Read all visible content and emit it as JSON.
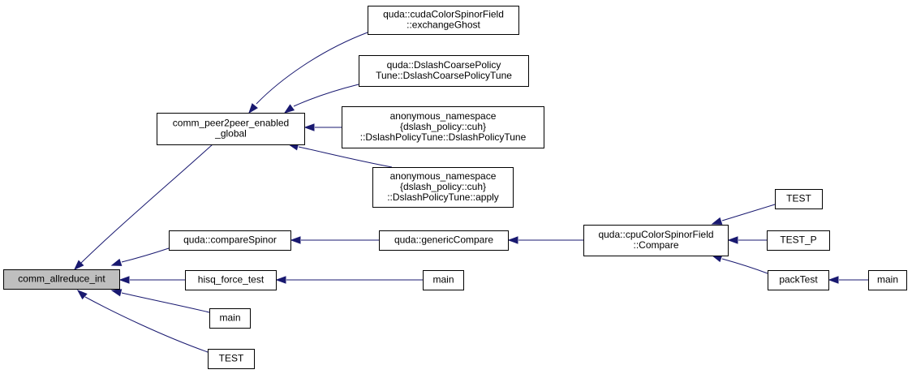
{
  "diagram": {
    "colors": {
      "edge": "#191970",
      "root_fill": "#bfbfbf",
      "node_fill": "#ffffff",
      "node_border": "#000000"
    },
    "nodes": [
      {
        "id": "root",
        "lines": [
          "comm_allreduce_int"
        ]
      },
      {
        "id": "peer",
        "lines": [
          "comm_peer2peer_enabled",
          "_global"
        ]
      },
      {
        "id": "exch",
        "lines": [
          "quda::cudaColorSpinorField",
          "::exchangeGhost"
        ]
      },
      {
        "id": "dcpt",
        "lines": [
          "quda::DslashCoarsePolicy",
          "Tune::DslashCoarsePolicyTune"
        ]
      },
      {
        "id": "anon1",
        "lines": [
          "anonymous_namespace",
          "{dslash_policy::cuh}",
          "::DslashPolicyTune::DslashPolicyTune"
        ]
      },
      {
        "id": "anon2",
        "lines": [
          "anonymous_namespace",
          "{dslash_policy::cuh}",
          "::DslashPolicyTune::apply"
        ]
      },
      {
        "id": "cmpsp",
        "lines": [
          "quda::compareSpinor"
        ]
      },
      {
        "id": "gencmp",
        "lines": [
          "quda::genericCompare"
        ]
      },
      {
        "id": "cpucmp",
        "lines": [
          "quda::cpuColorSpinorField",
          "::Compare"
        ]
      },
      {
        "id": "test1",
        "lines": [
          "TEST"
        ]
      },
      {
        "id": "testp",
        "lines": [
          "TEST_P"
        ]
      },
      {
        "id": "pack",
        "lines": [
          "packTest"
        ]
      },
      {
        "id": "main1",
        "lines": [
          "main"
        ]
      },
      {
        "id": "hisq",
        "lines": [
          "hisq_force_test"
        ]
      },
      {
        "id": "main2",
        "lines": [
          "main"
        ]
      },
      {
        "id": "main3",
        "lines": [
          "main"
        ]
      },
      {
        "id": "test2",
        "lines": [
          "TEST"
        ]
      }
    ],
    "edges": [
      {
        "from": "peer",
        "to": "root"
      },
      {
        "from": "exch",
        "to": "peer"
      },
      {
        "from": "dcpt",
        "to": "peer"
      },
      {
        "from": "anon1",
        "to": "peer"
      },
      {
        "from": "anon2",
        "to": "peer"
      },
      {
        "from": "cmpsp",
        "to": "root"
      },
      {
        "from": "gencmp",
        "to": "cmpsp"
      },
      {
        "from": "cpucmp",
        "to": "gencmp"
      },
      {
        "from": "test1",
        "to": "cpucmp"
      },
      {
        "from": "testp",
        "to": "cpucmp"
      },
      {
        "from": "pack",
        "to": "cpucmp"
      },
      {
        "from": "main1",
        "to": "pack"
      },
      {
        "from": "hisq",
        "to": "root"
      },
      {
        "from": "main2",
        "to": "hisq"
      },
      {
        "from": "main3",
        "to": "root"
      },
      {
        "from": "test2",
        "to": "root"
      }
    ]
  }
}
